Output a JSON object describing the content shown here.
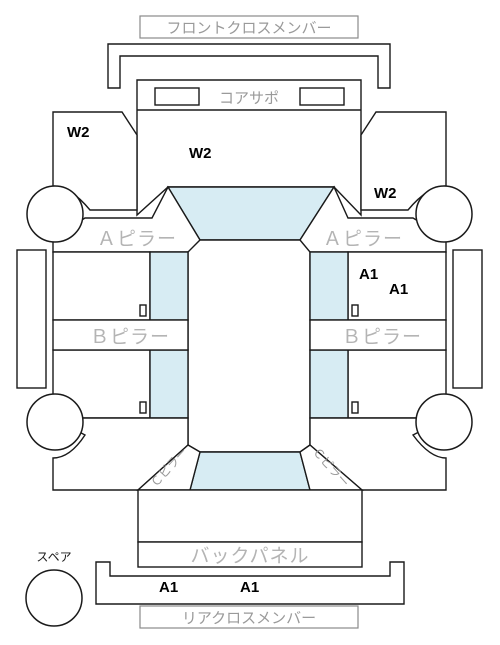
{
  "labels": {
    "front_cross_member": "フロントクロスメンバー",
    "core_support": "コアサポ",
    "a_pillar_left": "Ａピラー",
    "a_pillar_right": "Ａピラー",
    "b_pillar_left": "Ｂピラー",
    "b_pillar_right": "Ｂピラー",
    "c_pillar_left": "Ｃピラー",
    "c_pillar_right": "Ｃピラー",
    "back_panel": "バックパネル",
    "rear_cross_member": "リアクロスメンバー",
    "spare": "スペア"
  },
  "marks": {
    "w2_front_left": "W2",
    "w2_hood": "W2",
    "w2_front_right": "W2",
    "a1_right_1": "A1",
    "a1_right_2": "A1",
    "a1_rear_1": "A1",
    "a1_rear_2": "A1"
  }
}
